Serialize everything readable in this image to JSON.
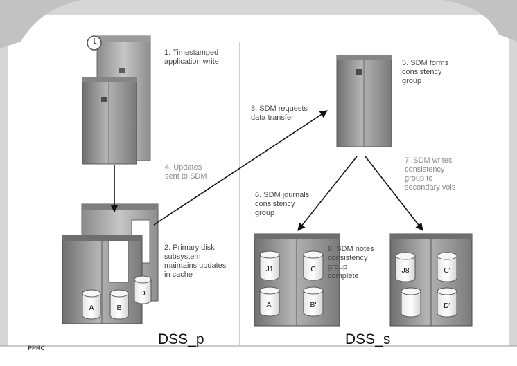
{
  "steps": {
    "s1": [
      "1. Timestamped",
      "application write"
    ],
    "s2": [
      "2. Primary disk",
      "subsystem",
      "maintains updates",
      "in cache"
    ],
    "s3": [
      "3. SDM requests",
      "data transfer"
    ],
    "s4": [
      "4. Updates",
      "sent to SDM"
    ],
    "s5": [
      "5. SDM forms",
      "consistency",
      "group"
    ],
    "s6": [
      "6. SDM journals",
      "consistency",
      "group"
    ],
    "s7": [
      "7. SDM writes",
      "consistency",
      "group to",
      "secondary vols"
    ],
    "s8": [
      "8. SDM notes",
      "consistency",
      "group",
      "complete"
    ]
  },
  "subsystems": {
    "primary": "DSS_p",
    "secondary": "DSS_s"
  },
  "drives": {
    "primary_front": [
      "A",
      "B"
    ],
    "primary_back": [
      "D"
    ],
    "journal": [
      "J1",
      "C",
      "A'",
      "B'"
    ],
    "secondary": [
      "J8",
      "C'",
      "D'"
    ]
  },
  "footer": "PPRC",
  "colors": {
    "text_label": "#4a4a4a",
    "text_label_light": "#8a8a8a",
    "frame": "#d9d9d9",
    "cabinet": "#8e8e8e",
    "arrow": "#111111",
    "divider": "#b5b5b5"
  }
}
